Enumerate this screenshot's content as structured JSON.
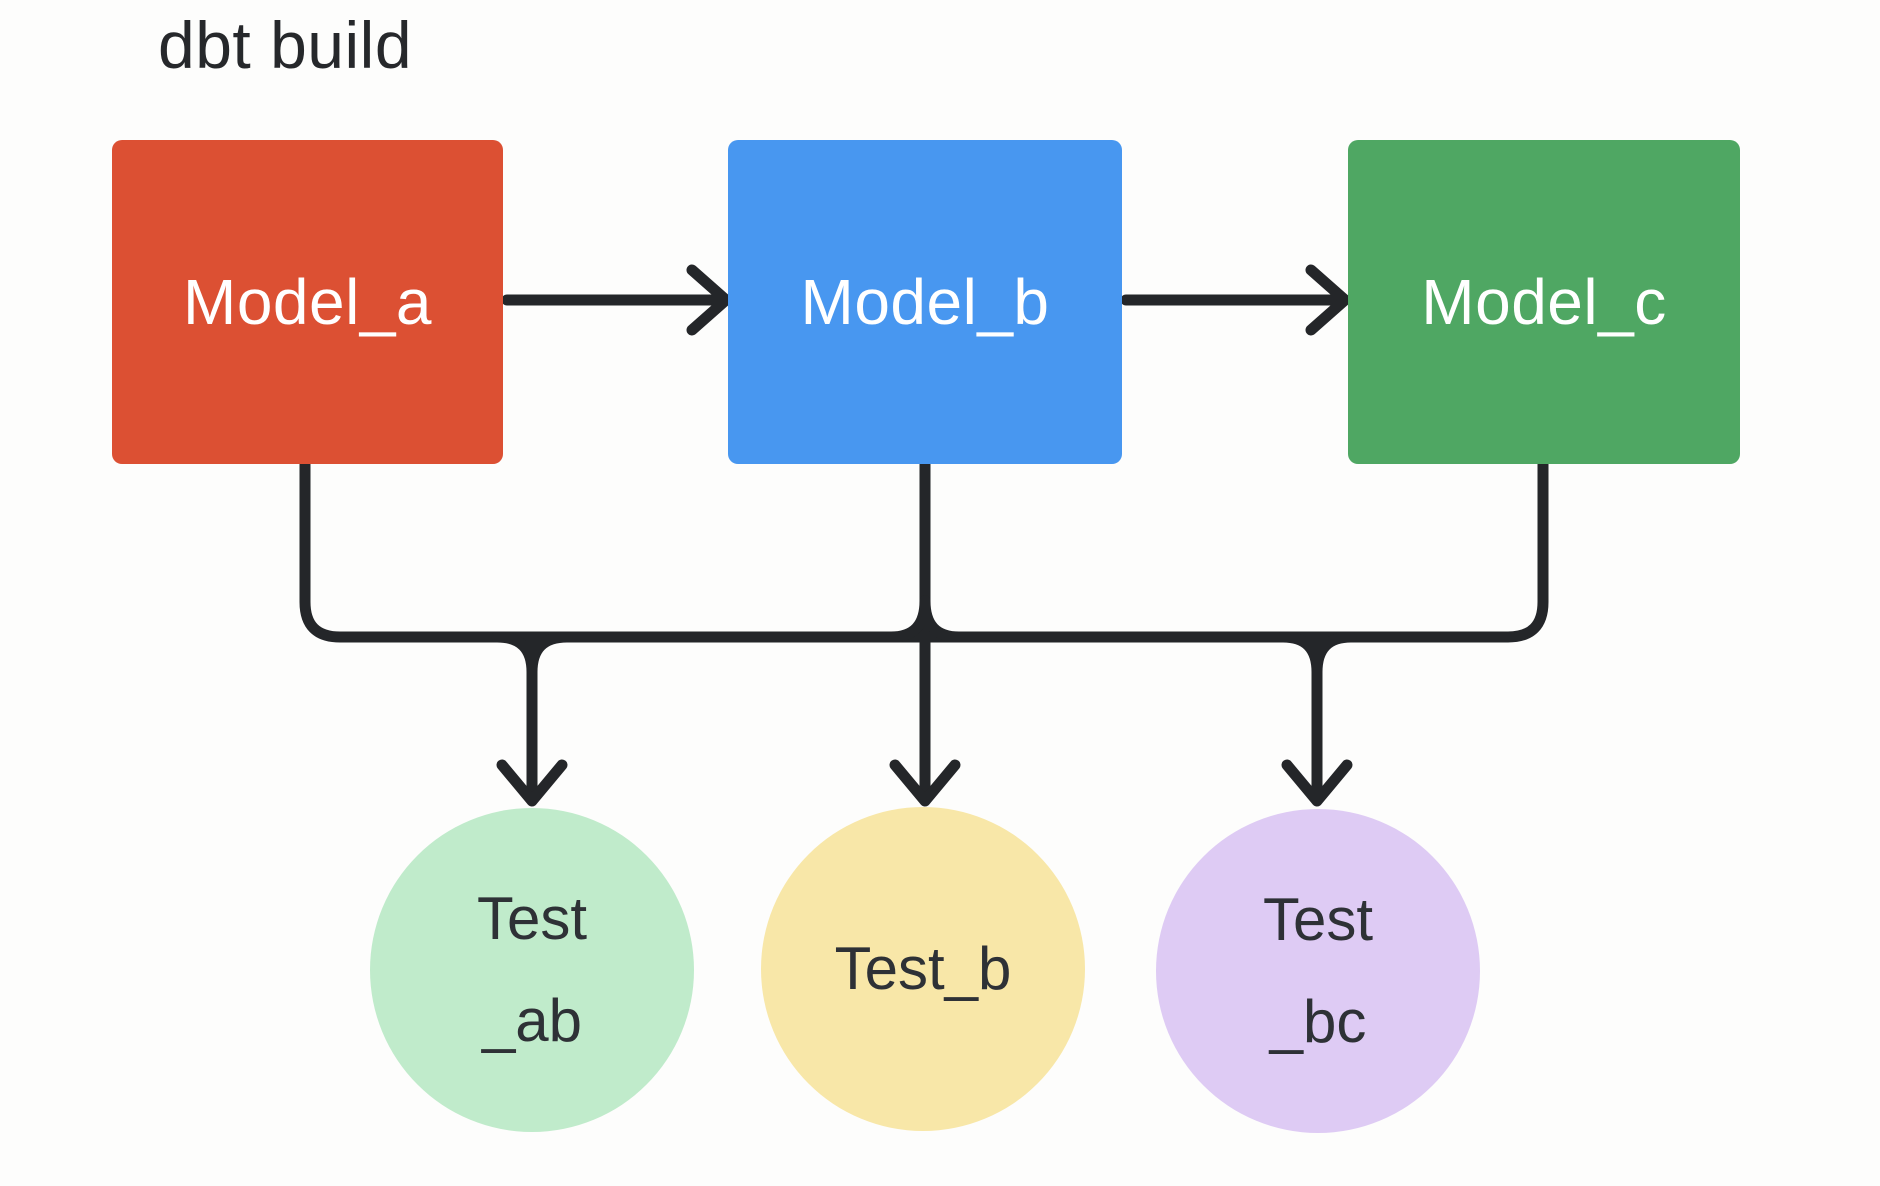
{
  "title": "dbt build",
  "colors": {
    "background": "#FDFDFC",
    "title_text": "#26282B",
    "line": "#242629",
    "model_text": "#FFFFFF",
    "test_text": "#2E3136"
  },
  "diagram": {
    "models": [
      {
        "id": "model_a",
        "label": "Model_a",
        "color": "#DC5033"
      },
      {
        "id": "model_b",
        "label": "Model_b",
        "color": "#4897F0"
      },
      {
        "id": "model_c",
        "label": "Model_c",
        "color": "#4FA763"
      }
    ],
    "tests": [
      {
        "id": "test_ab",
        "lines": [
          "Test",
          "_ab"
        ],
        "color": "#C0EBCB"
      },
      {
        "id": "test_b",
        "lines": [
          "Test_b"
        ],
        "color": "#F8E7A8"
      },
      {
        "id": "test_bc",
        "lines": [
          "Test",
          "_bc"
        ],
        "color": "#DECBF4"
      }
    ],
    "edges": [
      {
        "from": "Model_a",
        "to": "Model_b"
      },
      {
        "from": "Model_b",
        "to": "Model_c"
      },
      {
        "from": "Model_a",
        "to": "shared-bus"
      },
      {
        "from": "Model_b",
        "to": "shared-bus"
      },
      {
        "from": "Model_c",
        "to": "shared-bus"
      },
      {
        "from": "shared-bus",
        "to": "Test_ab"
      },
      {
        "from": "shared-bus",
        "to": "Test_b"
      },
      {
        "from": "shared-bus",
        "to": "Test_bc"
      }
    ]
  }
}
